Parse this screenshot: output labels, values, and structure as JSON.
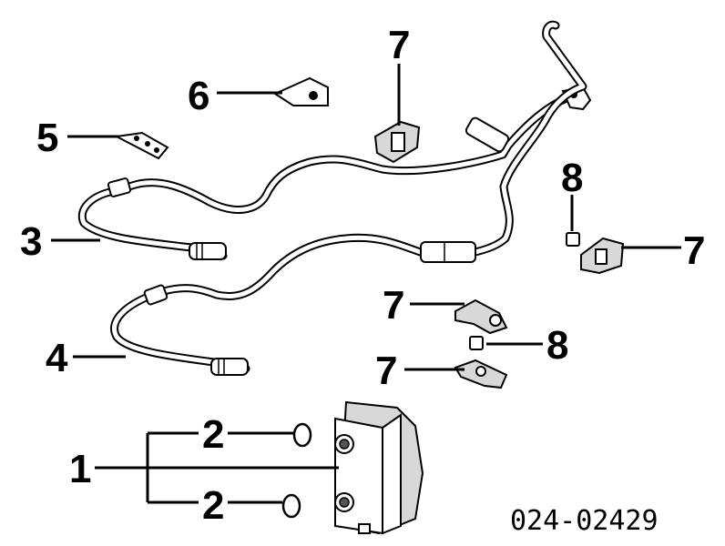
{
  "diagram": {
    "callouts": {
      "c1": "1",
      "c2a": "2",
      "c2b": "2",
      "c3": "3",
      "c4": "4",
      "c5": "5",
      "c6": "6",
      "c7a": "7",
      "c7b": "7",
      "c7c": "7",
      "c7d": "7",
      "c8a": "8",
      "c8b": "8"
    },
    "reference_code": "024-02429"
  }
}
